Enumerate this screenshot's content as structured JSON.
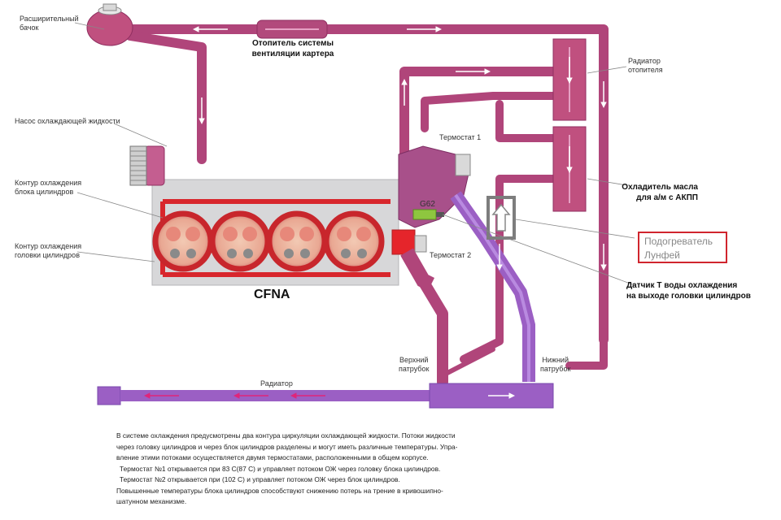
{
  "labels": {
    "expansion_tank": "Расширительный\nбачок",
    "crankcase_heater": "Отопитель системы\nвентиляции картера",
    "heater_radiator": "Радиатор\nотопителя",
    "coolant_pump": "Насос охлаждающей жидкости",
    "thermostat_1": "Термостат 1",
    "block_circuit": "Контур охлаждения\nблока цилиндров",
    "oil_cooler": "Охладитель масла\nдля а/м с АКПП",
    "g62": "G62",
    "head_circuit": "Контур охлаждения\nголовки цилиндров",
    "thermostat_2": "Термостат 2",
    "lunfei_heater": "Подогреватель\nЛунфей",
    "temp_sensor": "Датчик Т воды охлаждения\nна выходе головки цилиндров",
    "engine_code": "CFNA",
    "upper_hose": "Верхний\nпатрубок",
    "lower_hose": "Нижний\nпатрубок",
    "radiator": "Радиатор"
  },
  "description": {
    "line1": "В системе охлаждения предусмотрены два контура циркуляции охлаждающей жидкости. Потоки жидкости",
    "line2": "через головку цилиндров и через блок цилиндров разделены и могут иметь различные температуры. Упра-",
    "line3": "вление этими потоками осуществляется двумя термостатами, расположенными в общем корпусе.",
    "line4": "Термостат №1 открывается при 83 С(87 С) и управляет потоком ОЖ через головку блока цилиндров.",
    "line5": "Термостат №2 открывается при        (102 С) и управляет потоком ОЖ через блок цилиндров.",
    "line6": "Повышенные температуры блока цилиндров способствуют снижению потерь на трение в кривошипно-",
    "line7": "шатунном механизме."
  },
  "colors": {
    "pipe": "#b0457a",
    "pipe_light": "#d27aa6",
    "cold_pipe": "#9b5fc4",
    "engine_block": "#d7d7d9",
    "cylinder_ring": "#d8262c",
    "arrow": "#ffffff",
    "g62_sensor": "#8ec63f",
    "highlight_box": "#d0252e",
    "gray_arrow_box": "#7d7d7d"
  }
}
